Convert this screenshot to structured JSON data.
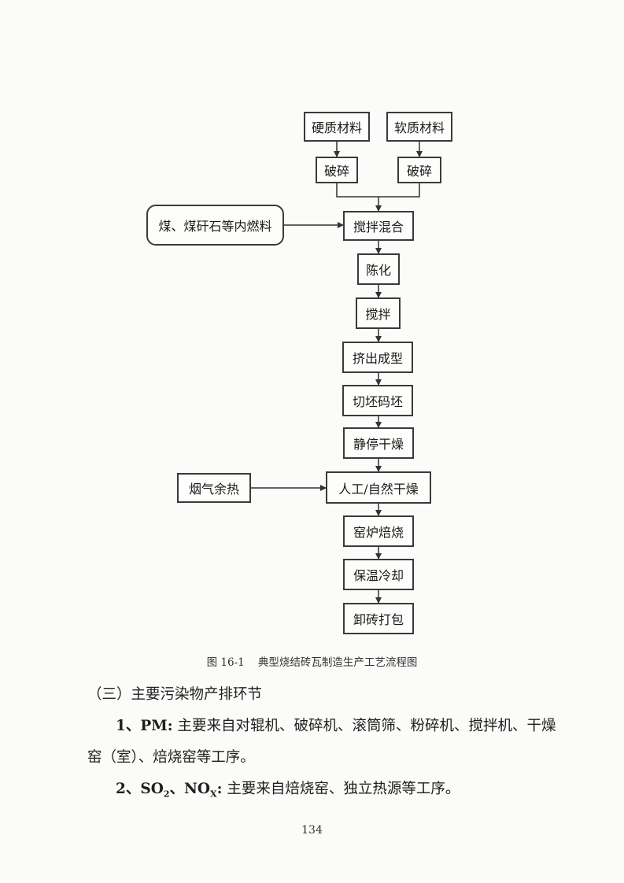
{
  "flowchart": {
    "hard_material": "硬质材料",
    "soft_material": "软质材料",
    "crush_left": "破碎",
    "crush_right": "破碎",
    "fuel": "煤、煤矸石等内燃料",
    "mix": "搅拌混合",
    "aging": "陈化",
    "stir": "搅拌",
    "extrude": "挤出成型",
    "cut": "切坯码坯",
    "static_dry": "静停干燥",
    "flue_heat": "烟气余热",
    "dry": "人工/自然干燥",
    "kiln": "窑炉焙烧",
    "cool": "保温冷却",
    "unload": "卸砖打包"
  },
  "caption": "图 16-1    典型烧结砖瓦制造生产工艺流程图",
  "section_heading": "（三）主要污染物产排环节",
  "item1": {
    "num": "1、PM:",
    "text": "主要来自对辊机、破碎机、滚筒筛、粉碎机、搅拌机、干燥窑（室）、焙烧窑等工序。"
  },
  "item2": {
    "num_a": "2、SO",
    "sub_a": "2",
    "num_b": "、NO",
    "sub_b": "X",
    "num_c": ":",
    "text": "主要来自焙烧窑、独立热源等工序。"
  },
  "page_number": "134"
}
